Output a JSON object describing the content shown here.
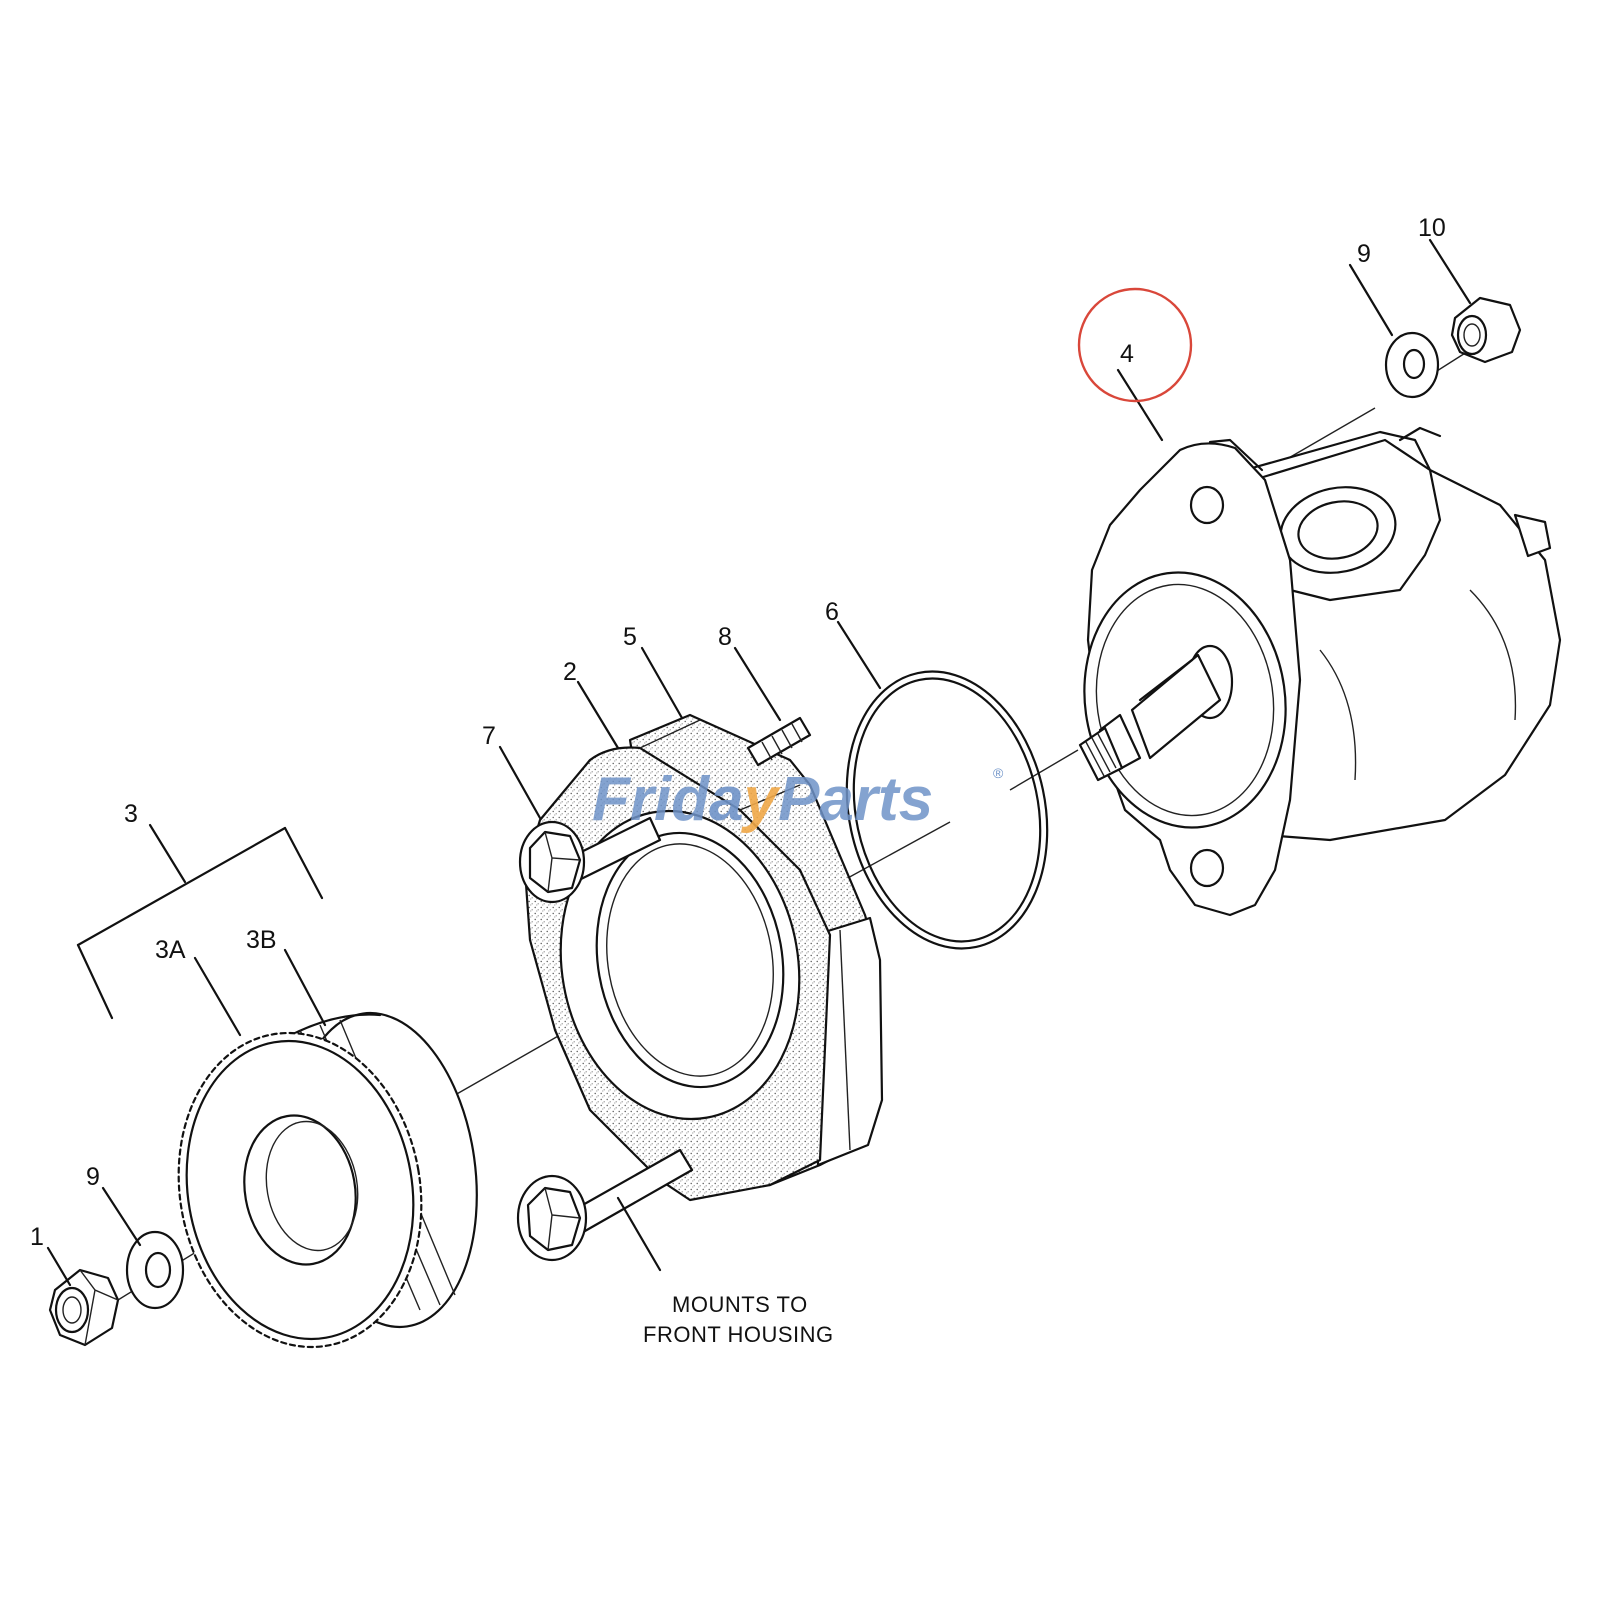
{
  "callouts": {
    "c1": "1",
    "c2": "2",
    "c3": "3",
    "c3a": "3A",
    "c3b": "3B",
    "c4": "4",
    "c5": "5",
    "c6": "6",
    "c7": "7",
    "c8": "8",
    "c9_left": "9",
    "c9_right": "9",
    "c10": "10"
  },
  "note": {
    "line1": "MOUNTS TO",
    "line2": "FRONT HOUSING"
  },
  "watermark": {
    "part1": "Frid",
    "part2": "a",
    "part3": "y",
    "part4": "Parts",
    "registered": "®"
  },
  "colors": {
    "highlight_circle": "#d9473a",
    "watermark_blue": "#6f93c8",
    "watermark_orange": "#f0a848"
  }
}
